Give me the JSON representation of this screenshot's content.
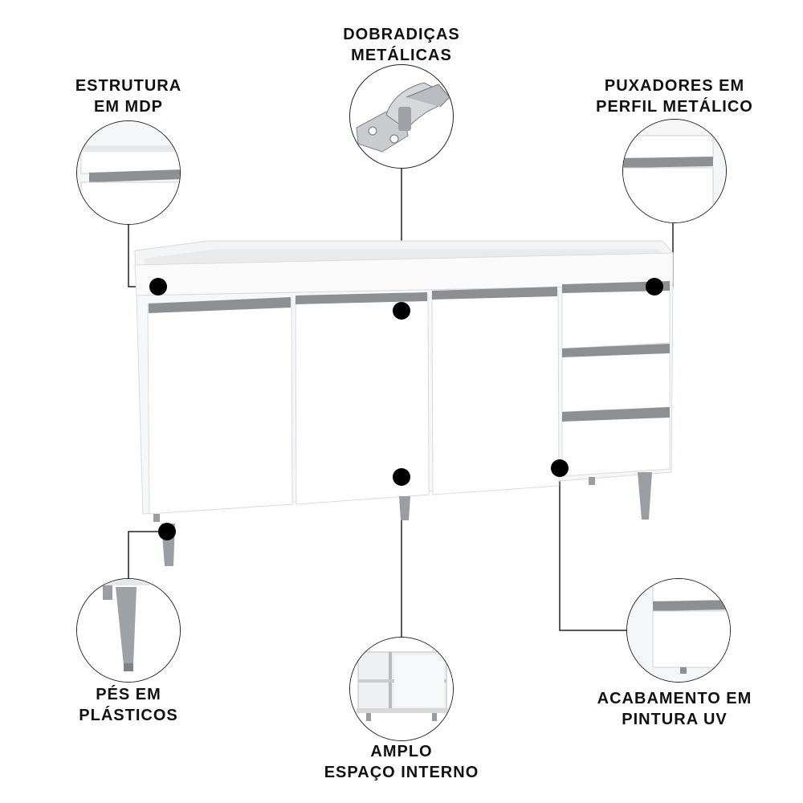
{
  "features": {
    "hinges": {
      "line1": "DOBRADIÇAS",
      "line2": "METÁLICAS",
      "icon": "hinge-icon"
    },
    "structure": {
      "line1": "ESTRUTURA",
      "line2": "EM MDP",
      "icon": "cabinet-corner-icon"
    },
    "handles": {
      "line1": "PUXADORES EM",
      "line2": "PERFIL METÁLICO",
      "icon": "handle-profile-icon"
    },
    "feet": {
      "line1": "PÉS EM",
      "line2": "PLÁSTICOS",
      "icon": "foot-icon"
    },
    "space": {
      "line1": "AMPLO",
      "line2": "ESPAÇO INTERNO",
      "icon": "shelves-icon"
    },
    "finish": {
      "line1": "ACABAMENTO EM",
      "line2": "PINTURA UV",
      "icon": "drawer-finish-icon"
    }
  },
  "colors": {
    "cabinet": "#ffffff",
    "handle": "#8a8d90",
    "dot": "#000000",
    "line": "#222222"
  }
}
